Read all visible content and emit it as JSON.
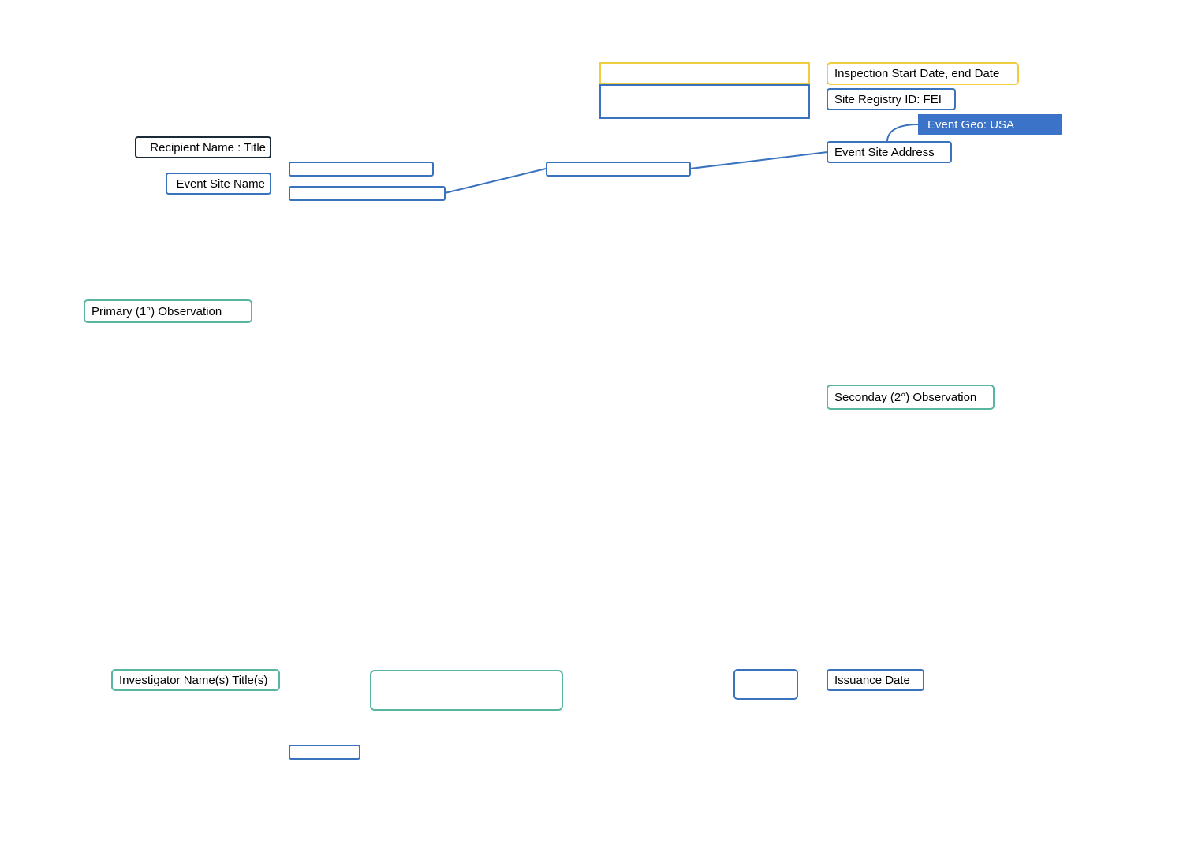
{
  "labels": {
    "inspection_dates": "Inspection Start Date, end Date",
    "site_registry_id": "Site Registry ID: FEI",
    "event_geo": "Event Geo: USA",
    "event_site_address": "Event Site Address",
    "recipient_name_title": "Recipient Name : Title",
    "event_site_name": "Event Site Name",
    "primary_observation": "Primary (1°) Observation",
    "secondary_observation": "Seconday (2°) Observation",
    "investigator_names_titles": "Investigator Name(s) Title(s)",
    "issuance_date": "Issuance Date"
  },
  "colors": {
    "blue_outline": "#3a73bd",
    "dark_outline": "#1a2a36",
    "green_outline": "#5ab5a0",
    "yellow_outline": "#f0cd3f",
    "geo_fill": "#3a73c7"
  }
}
